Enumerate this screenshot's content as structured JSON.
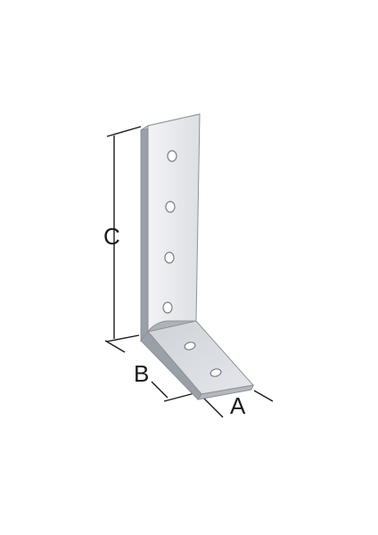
{
  "diagram": {
    "labels": {
      "c": "C",
      "b": "B",
      "a": "A"
    },
    "colors": {
      "plate_face": "#e6e8ec",
      "plate_shadow": "#b9bdc4",
      "plate_edge": "#8d9299",
      "hole_fill": "#ffffff",
      "dimension_line": "#1a1a1a"
    },
    "holes": {
      "vertical_leg": 4,
      "horizontal_leg": 2
    }
  }
}
